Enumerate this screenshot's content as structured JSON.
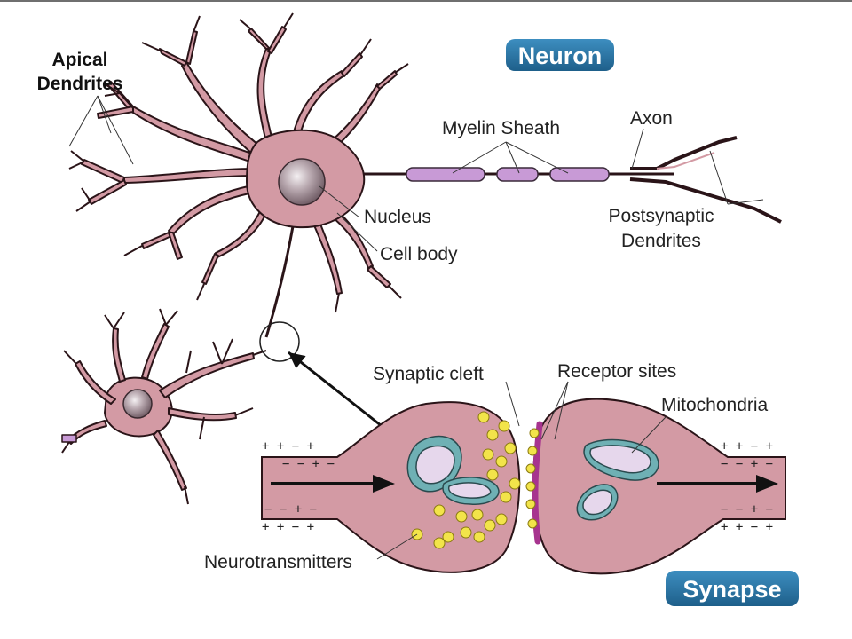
{
  "colors": {
    "cell_fill": "#d39aa4",
    "cell_stroke": "#2a1418",
    "myelin": "#c89ad6",
    "badge": "#2b7aa8",
    "mito_outer": "#6fb0b4",
    "neurotransmitter": "#f2e44a",
    "receptor": "#a7348f"
  },
  "badges": {
    "neuron": "Neuron",
    "synapse": "Synapse"
  },
  "labels": {
    "apical_line1": "Apical",
    "apical_line2": "Dendrites",
    "myelin_sheath": "Myelin Sheath",
    "axon": "Axon",
    "nucleus": "Nucleus",
    "cell_body": "Cell body",
    "postsynaptic_line1": "Postsynaptic",
    "postsynaptic_line2": "Dendrites",
    "synaptic_cleft": "Synaptic cleft",
    "receptor_sites": "Receptor sites",
    "mitochondria": "Mitochondria",
    "neurotransmitters": "Neurotransmitters"
  },
  "charges": {
    "left_top": "+ + − +",
    "left_inner_top": "− − + −",
    "left_inner_bottom": "− − + −",
    "left_bottom": "+ + − +",
    "right_top": "+ + − +",
    "right_inner_top": "− − + −",
    "right_inner_bottom": "− − + −",
    "right_bottom": "+ + − +"
  }
}
